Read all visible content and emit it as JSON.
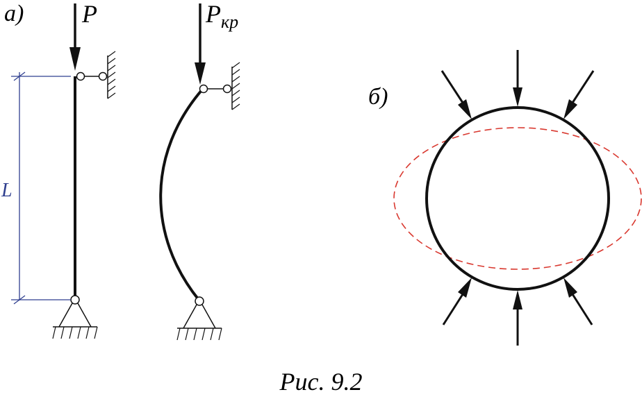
{
  "labels": {
    "part_a": "а)",
    "part_b": "б)",
    "force_p": "P",
    "force_pcr_main": "P",
    "force_pcr_sub": "кр",
    "length": "L",
    "caption": "Рис. 9.2"
  },
  "colors": {
    "stroke": "#111111",
    "dimension": "#2f3f8f",
    "buckled_shape": "#d9382f"
  }
}
